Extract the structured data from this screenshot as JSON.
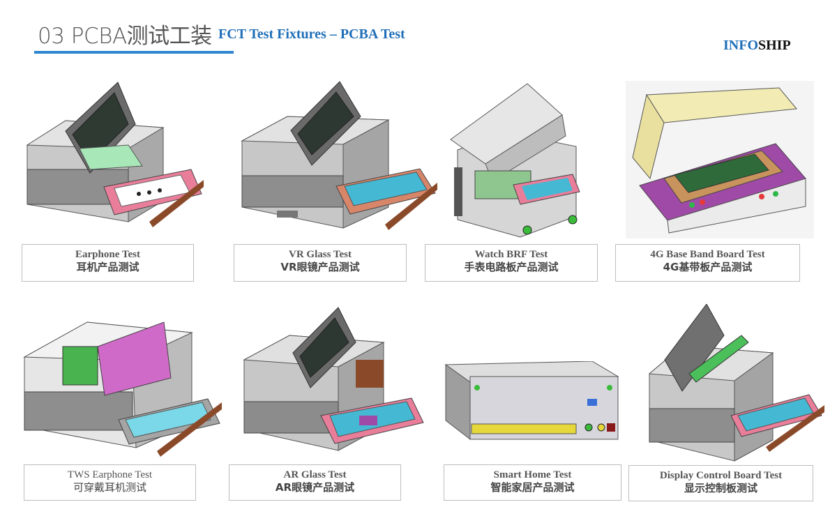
{
  "header": {
    "title_num": "03 PCBA测试工装",
    "title_en": "FCT Test Fixtures – PCBA Test",
    "brand_a": "INFO",
    "brand_b": "SHIP"
  },
  "colors": {
    "accent": "#2f86d0",
    "brand_blue": "#1f6fb8"
  },
  "items": [
    {
      "en": "Earphone Test",
      "zh": "耳机产品测试",
      "icon": "earphone-fixture-image"
    },
    {
      "en": "VR Glass Test",
      "zh": "VR眼镜产品测试",
      "icon": "vr-glass-fixture-image"
    },
    {
      "en": "Watch BRF Test",
      "zh": "手表电路板产品测试",
      "icon": "watch-brf-fixture-image"
    },
    {
      "en": "4G Base Band Board Test",
      "zh": "4G基带板产品测试",
      "icon": "4g-board-fixture-image"
    },
    {
      "en": "TWS Earphone Test",
      "zh": "可穿戴耳机测试",
      "icon": "tws-earphone-fixture-image"
    },
    {
      "en": "AR Glass Test",
      "zh": "AR眼镜产品测试",
      "icon": "ar-glass-fixture-image"
    },
    {
      "en": "Smart Home Test",
      "zh": "智能家居产品测试",
      "icon": "smart-home-fixture-image"
    },
    {
      "en": "Display Control Board Test",
      "zh": "显示控制板测试",
      "icon": "display-board-fixture-image"
    }
  ]
}
